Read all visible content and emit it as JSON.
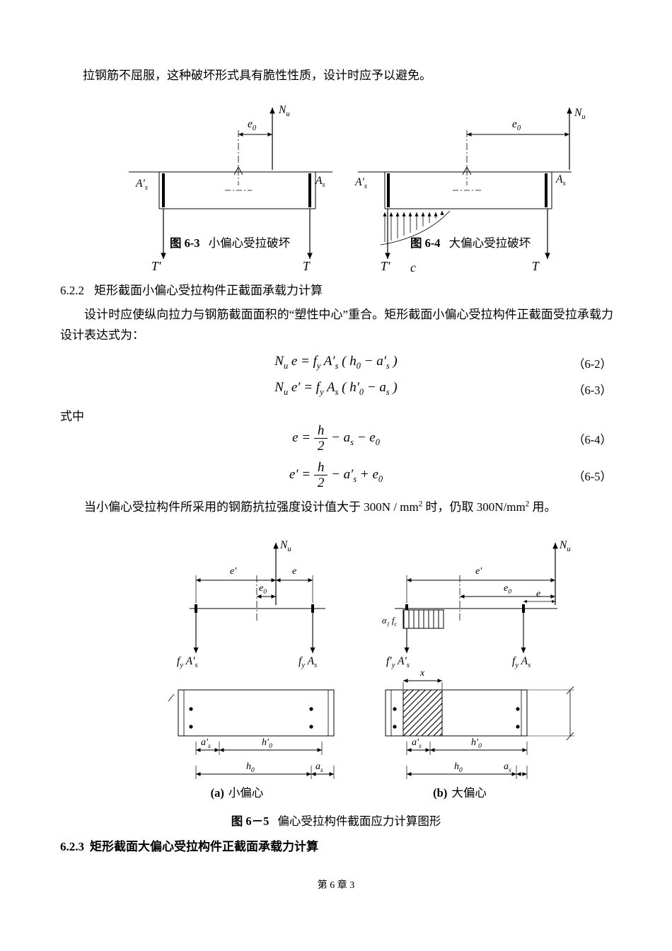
{
  "page": {
    "footer": "第 6 章 3"
  },
  "intro": {
    "text": "拉钢筋不屈服，这种破坏形式具有脆性性质，设计时应予以避免。"
  },
  "sections": {
    "s622": {
      "num": "6.2.2",
      "title": "矩形截面小偏心受拉构件正截面承载力计算"
    },
    "s623": {
      "num": "6.2.3",
      "title": "矩形截面大偏心受拉构件正截面承载力计算"
    }
  },
  "paragraphs": {
    "design": "设计时应使纵向拉力与钢筋截面面积的“塑性中心”重合。矩形截面小偏心受拉构件正截面受拉承载力设计表达式为：",
    "where": "式中",
    "note_tokens": [
      {
        "t": "当小偏心受拉构件所采用的钢筋抗拉强度设计值大于 "
      },
      {
        "t": "300N / mm"
      },
      {
        "sup": "2"
      },
      {
        "t": " 时，仍取 300N/mm"
      },
      {
        "sup": "2"
      },
      {
        "t": " 用。"
      }
    ]
  },
  "equations": {
    "eq62": {
      "num": "（6-2）",
      "tokens": [
        {
          "t": "N"
        },
        {
          "sub": "u"
        },
        {
          "t": " e = f"
        },
        {
          "sub": "y"
        },
        {
          "t": " A′"
        },
        {
          "sub": "s"
        },
        {
          "t": " ( h"
        },
        {
          "sub": "0"
        },
        {
          "t": " − a′"
        },
        {
          "sub": "s"
        },
        {
          "t": " )"
        }
      ]
    },
    "eq63": {
      "num": "（6-3）",
      "tokens": [
        {
          "t": "N"
        },
        {
          "sub": "u"
        },
        {
          "t": " e′ = f"
        },
        {
          "sub": "y"
        },
        {
          "t": " A"
        },
        {
          "sub": "s"
        },
        {
          "t": " ( h′"
        },
        {
          "sub": "0"
        },
        {
          "t": " − a"
        },
        {
          "sub": "s"
        },
        {
          "t": " )"
        }
      ]
    },
    "eq64": {
      "num": "（6-4）",
      "tokens": [
        {
          "t": "e = "
        },
        {
          "frac": {
            "n": "h",
            "d": "2"
          }
        },
        {
          "t": " − a"
        },
        {
          "sub": "s"
        },
        {
          "t": " − e"
        },
        {
          "sub": "0"
        }
      ]
    },
    "eq65": {
      "num": "（6-5）",
      "tokens": [
        {
          "t": "e′ = "
        },
        {
          "frac": {
            "n": "h",
            "d": "2"
          }
        },
        {
          "t": " − a′"
        },
        {
          "sub": "s"
        },
        {
          "t": " + e"
        },
        {
          "sub": "0"
        }
      ]
    }
  },
  "figures": {
    "fig63": {
      "caption_no": "图 6-3",
      "caption": "小偏心受拉破坏"
    },
    "fig64": {
      "caption_no": "图 6-4",
      "caption": "大偏心受拉破坏"
    },
    "fig65": {
      "caption_no": "图 6－5",
      "caption": "偏心受拉构件截面应力计算图形",
      "sub_a_tag": "(a)",
      "sub_a_name": "小偏心",
      "sub_b_tag": "(b)",
      "sub_b_name": "大偏心"
    }
  },
  "sym": {
    "Nu": [
      {
        "t": "N"
      },
      {
        "sub": "u"
      }
    ],
    "e0": [
      {
        "t": "e"
      },
      {
        "sub": "0"
      }
    ],
    "ep": [
      {
        "t": "e′"
      }
    ],
    "e": [
      {
        "t": "e"
      }
    ],
    "Asp": [
      {
        "t": "A′"
      },
      {
        "sub": "s"
      }
    ],
    "As": [
      {
        "t": "A"
      },
      {
        "sub": "s"
      }
    ],
    "Tp": [
      {
        "t": "T′"
      }
    ],
    "T": [
      {
        "t": "T"
      }
    ],
    "c": [
      {
        "t": "c"
      }
    ],
    "x": [
      {
        "t": "x"
      }
    ],
    "fyAsp": [
      {
        "t": "f"
      },
      {
        "sub": "y"
      },
      {
        "t": " A′"
      },
      {
        "sub": "s"
      }
    ],
    "fyAs": [
      {
        "t": "f"
      },
      {
        "sub": "y"
      },
      {
        "t": " A"
      },
      {
        "sub": "s"
      }
    ],
    "fypAsp": [
      {
        "t": "f′"
      },
      {
        "sub": "y"
      },
      {
        "t": " A′"
      },
      {
        "sub": "s"
      }
    ],
    "a1fc": [
      {
        "t": "α"
      },
      {
        "sub": "1"
      },
      {
        "t": " f"
      },
      {
        "sub": "c"
      }
    ],
    "asp": [
      {
        "t": "a′"
      },
      {
        "sub": "s"
      }
    ],
    "as": [
      {
        "t": "a"
      },
      {
        "sub": "s"
      }
    ],
    "h0p": [
      {
        "t": "h′"
      },
      {
        "sub": "0"
      }
    ],
    "h0": [
      {
        "t": "h"
      },
      {
        "sub": "0"
      }
    ]
  }
}
